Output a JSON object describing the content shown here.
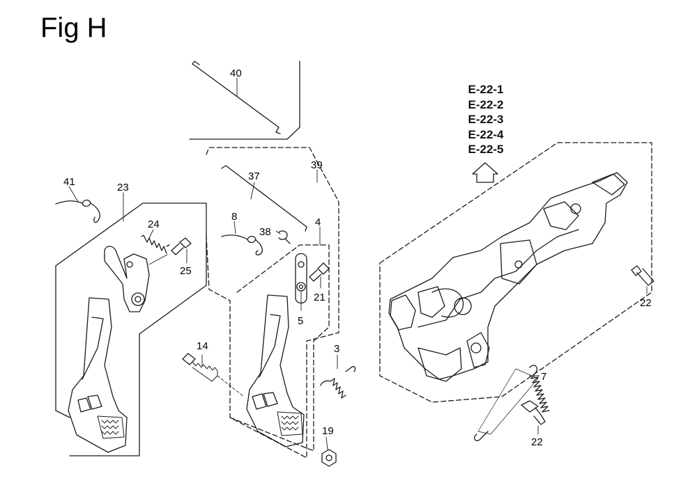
{
  "figure": {
    "title": "Fig H",
    "reference_pages": [
      "E-22-1",
      "E-22-2",
      "E-22-3",
      "E-22-4",
      "E-22-5"
    ]
  },
  "callouts": {
    "c40": "40",
    "c41": "41",
    "c23": "23",
    "c24": "24",
    "c25": "25",
    "c37": "37",
    "c39": "39",
    "c8": "8",
    "c38": "38",
    "c4": "4",
    "c21": "21",
    "c5": "5",
    "c14": "14",
    "c3": "3",
    "c19": "19",
    "c7": "7",
    "c22a": "22",
    "c22b": "22"
  },
  "colors": {
    "line": "#1a1a1a",
    "background": "#ffffff"
  }
}
